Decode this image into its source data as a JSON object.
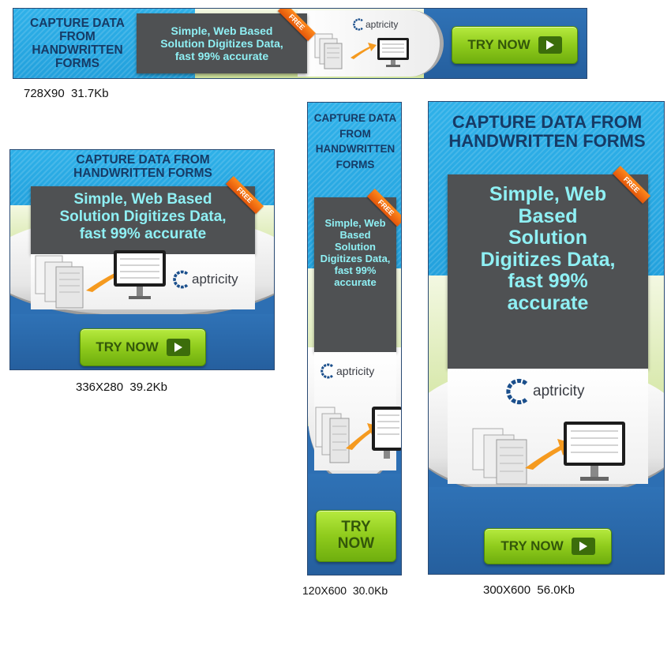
{
  "banners": {
    "b728": {
      "headline": "CAPTURE DATA FROM HANDWRITTEN FORMS",
      "tagline": "Simple, Web Based Solution Digitizes Data, fast 99% accurate",
      "badge": "FREE",
      "logo": "aptricity",
      "cta": "TRY NOW",
      "caption": "728X90  31.7Kb"
    },
    "b336": {
      "headline": "CAPTURE DATA FROM HANDWRITTEN FORMS",
      "tagline": "Simple, Web Based Solution Digitizes Data, fast 99% accurate",
      "badge": "FREE",
      "logo": "aptricity",
      "cta": "TRY NOW",
      "caption": "336X280  39.2Kb"
    },
    "b120": {
      "headline": "CAPTURE DATA FROM HANDWRITTEN FORMS",
      "tagline": "Simple, Web Based Solution Digitizes Data, fast 99% accurate",
      "badge": "FREE",
      "logo": "aptricity",
      "cta": "TRY NOW",
      "caption": "120X600  30.0Kb"
    },
    "b300": {
      "headline": "CAPTURE DATA FROM HANDWRITTEN FORMS",
      "tagline": "Simple, Web Based Solution Digitizes Data, fast 99% accurate",
      "badge": "FREE",
      "logo": "aptricity",
      "cta": "TRY NOW",
      "caption": "300X600  56.0Kb"
    }
  },
  "icons": [
    "play-icon",
    "captricity-logo-icon",
    "monitor-icon",
    "arrow-icon",
    "forms-stack-icon"
  ],
  "colors": {
    "sky_blue": "#22a0dc",
    "navy_text": "#163b66",
    "panel_gray": "#4f5153",
    "tagline_cyan": "#8ff0f4",
    "button_green": "#8fcb1c",
    "ribbon_orange": "#ff8a1c"
  }
}
